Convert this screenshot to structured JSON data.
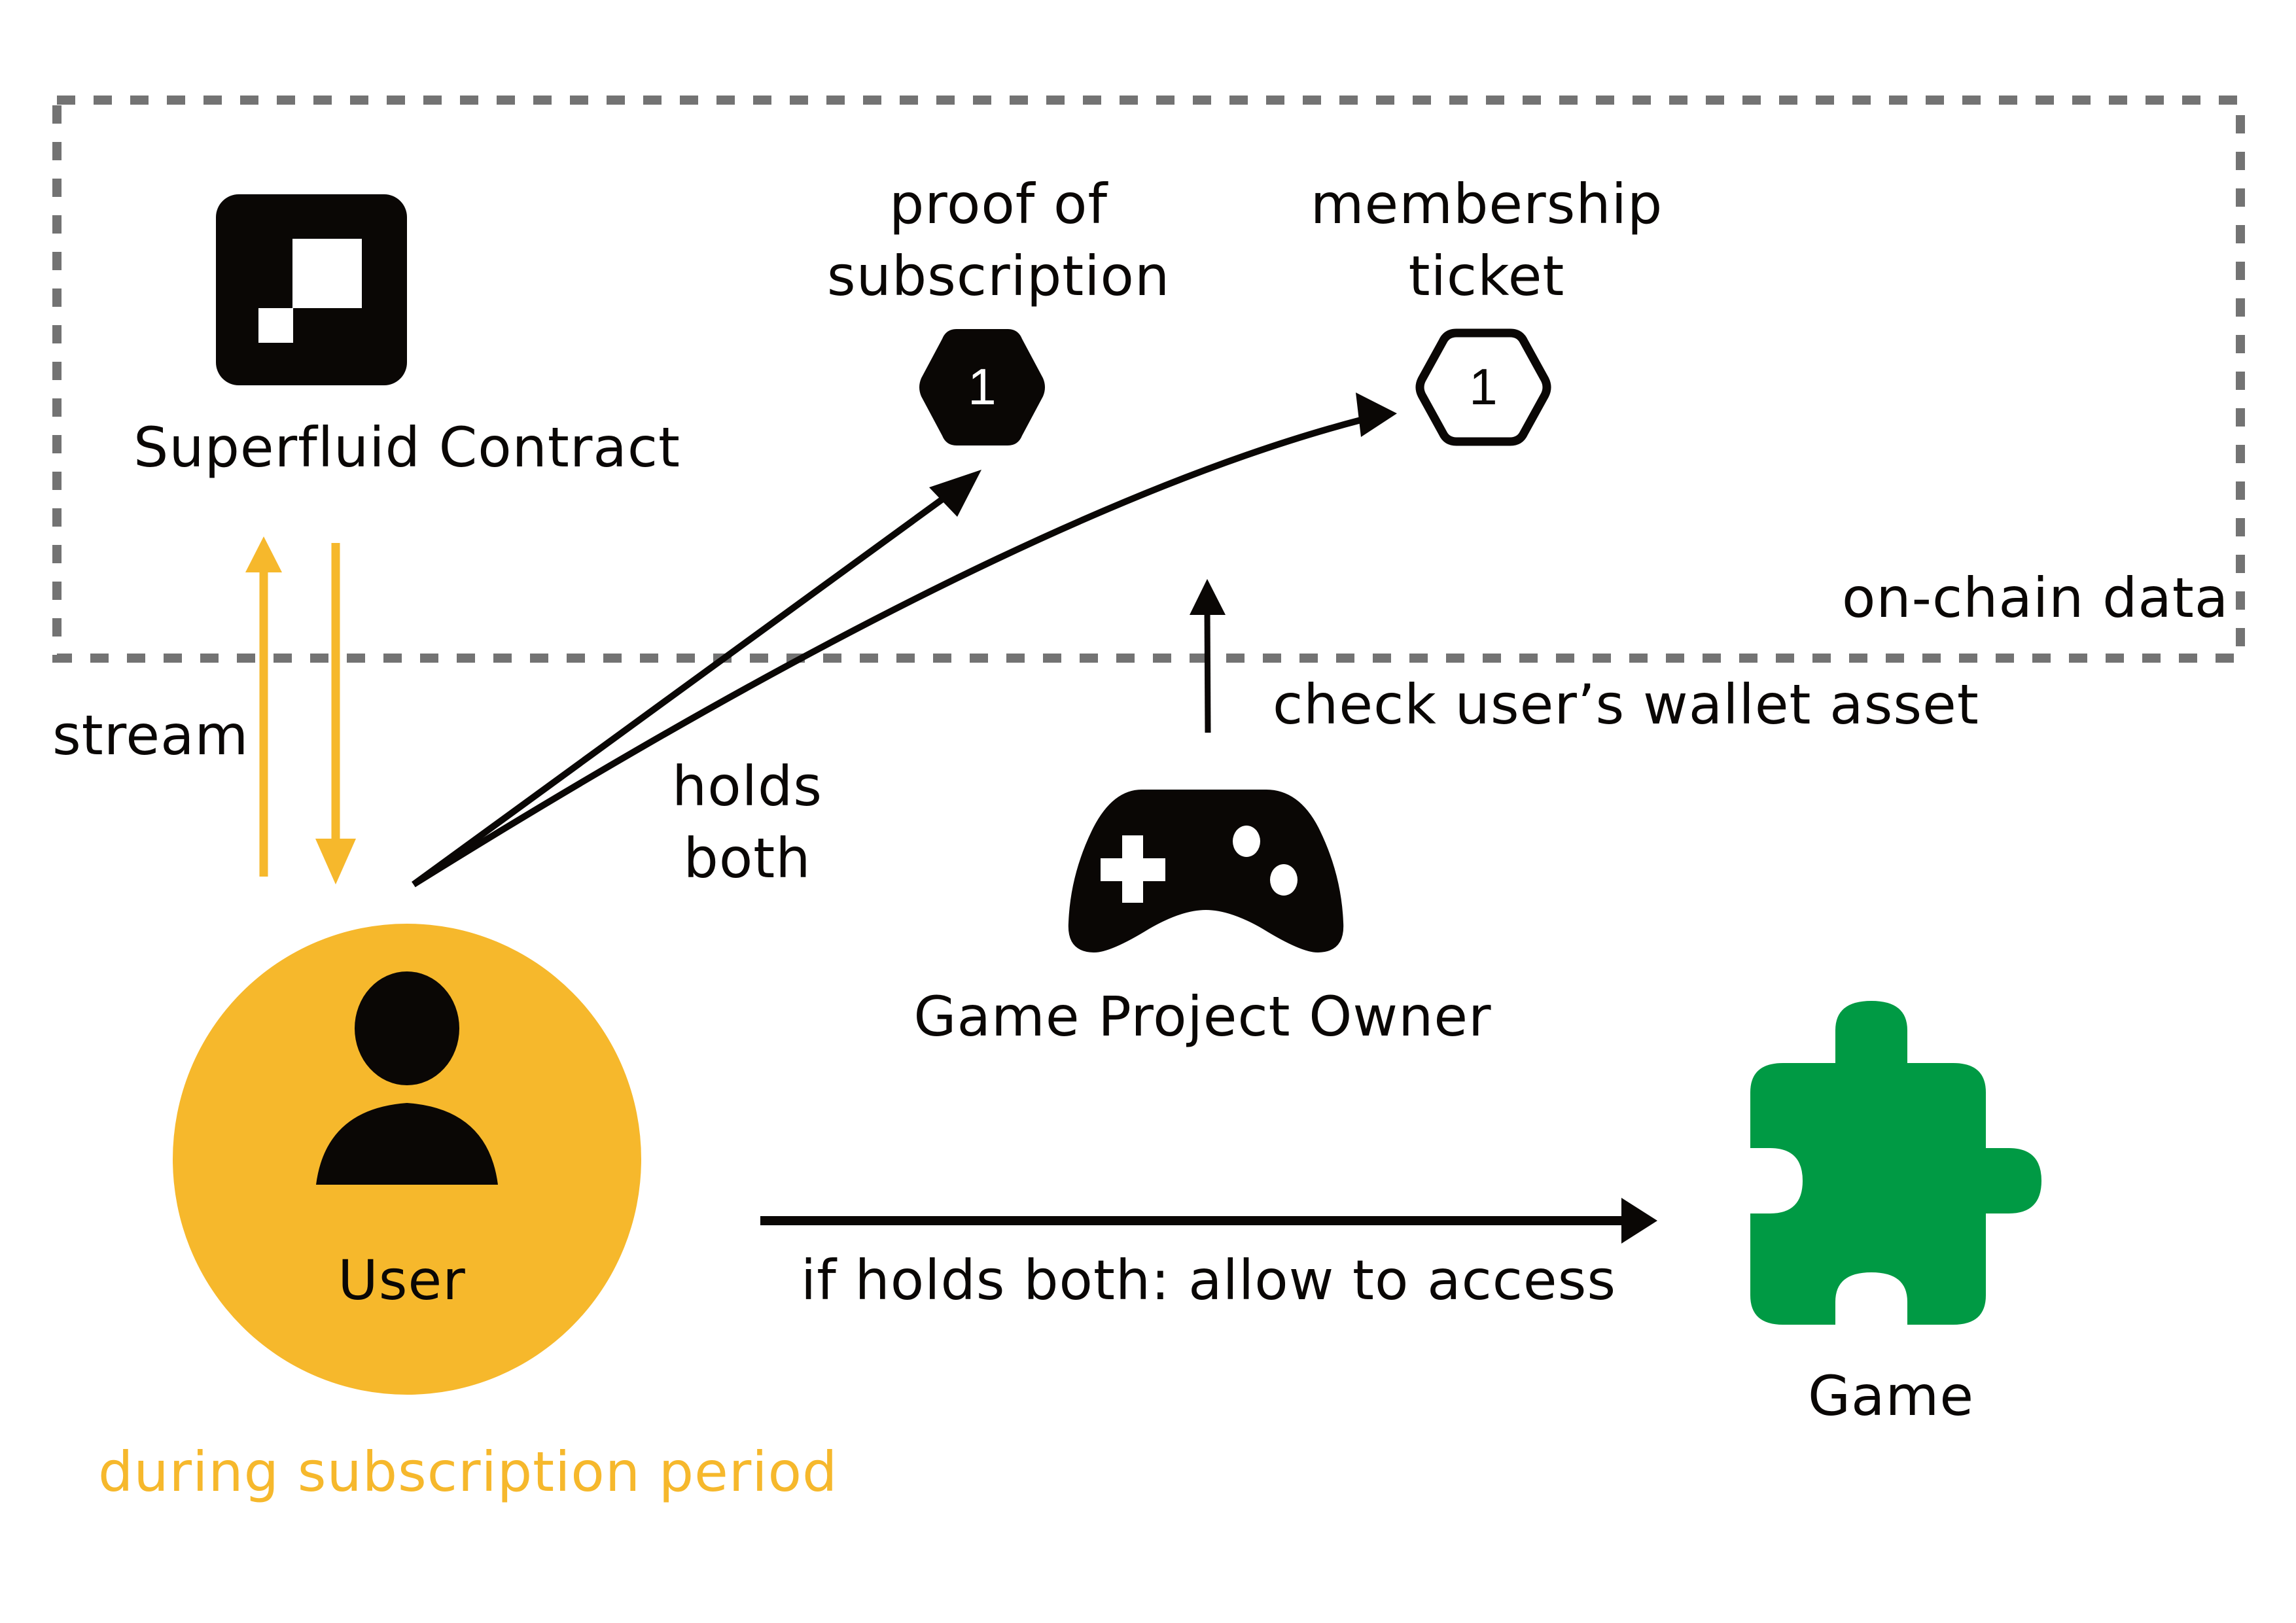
{
  "diagram": {
    "region": {
      "label": "on-chain data",
      "border_color": "#737373"
    },
    "superfluid": {
      "label": "Superfluid Contract",
      "icon": "superfluid-logo-icon"
    },
    "tokens": [
      {
        "label_line1": "proof of",
        "label_line2": "subscription",
        "value": "1",
        "style": "filled",
        "icon": "hexagon-token-icon"
      },
      {
        "label_line1": "membership",
        "label_line2": "ticket",
        "value": "1",
        "style": "outline",
        "icon": "hexagon-token-icon"
      }
    ],
    "stream": {
      "label": "stream",
      "color": "#f6b82c"
    },
    "holds": {
      "line1": "holds",
      "line2": "both"
    },
    "owner": {
      "label": "Game Project Owner",
      "icon": "gamepad-icon",
      "action": "check user’s wallet asset"
    },
    "user": {
      "label": "User",
      "icon": "user-icon",
      "color": "#f6b82c",
      "note": "during subscription period"
    },
    "access": {
      "label": "if holds both: allow to access"
    },
    "game": {
      "label": "Game",
      "icon": "puzzle-piece-icon",
      "color": "#009a44"
    }
  }
}
